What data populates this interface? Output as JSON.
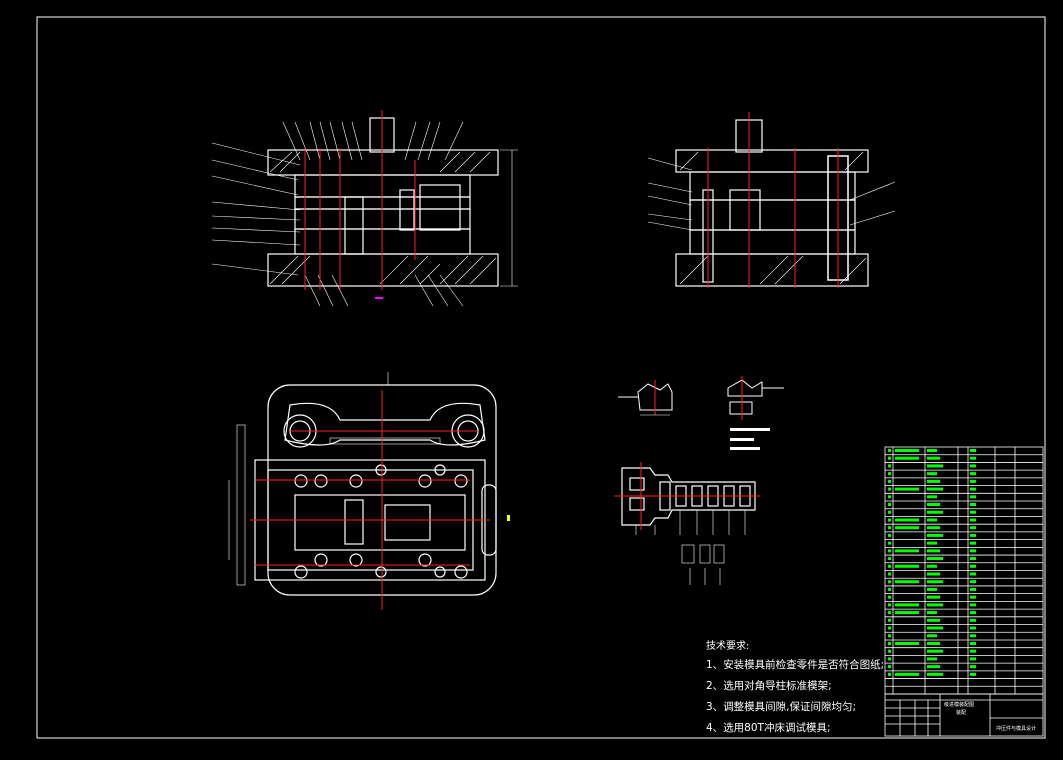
{
  "drawing": {
    "colors": {
      "background": "#000000",
      "line": "#ffffff",
      "center": "#ff2020",
      "table_text": "#00ff00",
      "marker": "#ff00ff",
      "dim": "#ffff00"
    }
  },
  "technical_requirements": {
    "heading": "技术要求:",
    "items": [
      {
        "num": "1、",
        "text": "安装模具前检查零件是否符合图纸;"
      },
      {
        "num": "2、",
        "text": "选用对角导柱标准模架;"
      },
      {
        "num": "3、",
        "text": "调整模具间隙,保证间隙均匀;"
      },
      {
        "num": "4、",
        "text": "选用80T冲床调试模具;"
      }
    ]
  },
  "title_block": {
    "drawing_title": "级进模装配图",
    "sub_title": "装配",
    "scale_note": "冲压件与模具设计"
  }
}
